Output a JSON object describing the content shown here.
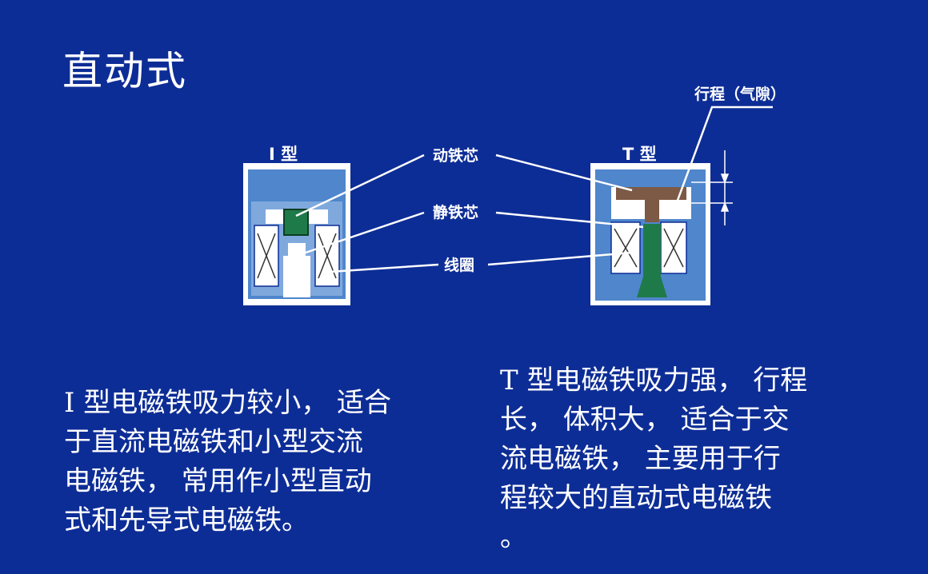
{
  "slide": {
    "title": "直动式"
  },
  "diagram": {
    "i_type_label": "I 型",
    "t_type_label": "T 型",
    "labels": {
      "moving_core": "动铁芯",
      "static_core": "静铁芯",
      "coil": "线圈",
      "stroke": "行程（气隙）"
    }
  },
  "text": {
    "left_lines": [
      "I 型电磁铁吸力较小， 适合",
      "于直流电磁铁和小型交流",
      "电磁铁， 常用作小型直动",
      "式和先导式电磁铁。"
    ],
    "right_lines": [
      "T 型电磁铁吸力强， 行程",
      "长， 体积大， 适合于交",
      "流电磁铁， 主要用于行",
      "程较大的直动式电磁铁",
      "。"
    ]
  },
  "colors": {
    "background": "#0d2d96",
    "frame_fill": "#4f86cc",
    "moving_core": "#1f7a4a",
    "t_core": "#7d5a46",
    "coil_fill": "#ffffff"
  }
}
